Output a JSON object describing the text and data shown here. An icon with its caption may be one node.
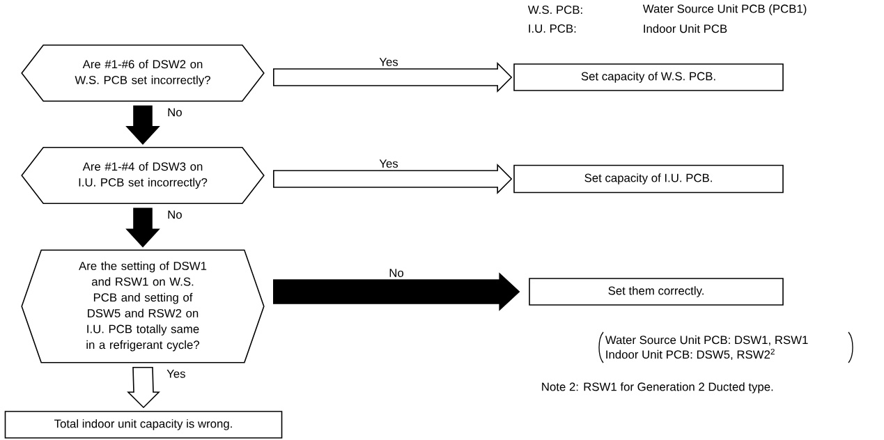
{
  "diagram": {
    "nodes": [
      {
        "text": [
          "Are #1-#6 of DSW2 on W.S. PCB set incorrectly?"
        ]
      },
      {
        "text": [
          "Set capacity of W.S. PCB."
        ]
      },
      {
        "text": [
          "Are #1-#4 of DSW3 on I.U. PCB set incorrectly?"
        ]
      },
      {
        "text": [
          "Set capacity of I.U. PCB."
        ]
      },
      {
        "text": [
          "Are the setting of DSW1 and RSW1 on W.S. PCB and setting of DSW5 and RSW2 on I.U. PCB totally same in a refrigerant cycle?"
        ]
      },
      {
        "text": [
          "Set them correctly."
        ],
        "beside": [
          "Water Source Unit PCB: DSW1, RSW1",
          "Indoor Unit PCB: DSW5, RSW2$^{2}$"
        ]
      },
      {
        "text": [
          "Total indoor unit capacity is wrong."
        ]
      }
    ],
    "edges": [
      {
        "from": 0,
        "to": 1,
        "arrow": "to",
        "label": "Yes"
      },
      {
        "from": 0,
        "to": 2,
        "arrow": "to",
        "label": "No",
        "style": "thick"
      },
      {
        "from": 2,
        "to": 3,
        "arrow": "to",
        "label": "Yes"
      },
      {
        "from": 2,
        "to": 4,
        "arrow": "to",
        "label": "No",
        "style": "thick"
      },
      {
        "from": 4,
        "to": 5,
        "arrow": "to",
        "label": "No",
        "style": "thick"
      },
      {
        "from": 4,
        "to": 6,
        "arrow": "to",
        "label": "Yes"
      }
    ],
    "labels": [
      "W.S. PCB:",
      "Water Source Unit PCB (PCB1)",
      "I.U. PCB:",
      "Indoor Unit PCB",
      "Note 2: RSW1 for Generation 2 Ducted type."
    ]
  }
}
